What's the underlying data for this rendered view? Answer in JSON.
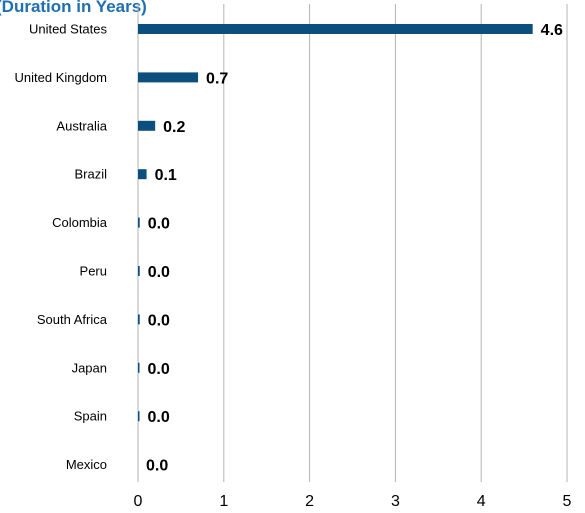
{
  "chart_data": {
    "type": "bar",
    "orientation": "horizontal",
    "title": "(Duration in Years)",
    "categories": [
      "United States",
      "United Kingdom",
      "Australia",
      "Brazil",
      "Colombia",
      "Peru",
      "South Africa",
      "Japan",
      "Spain",
      "Mexico"
    ],
    "values": [
      4.6,
      0.7,
      0.2,
      0.1,
      0.02,
      0.02,
      0.02,
      0.015,
      0.01,
      0.0
    ],
    "value_labels": [
      "4.6",
      "0.7",
      "0.2",
      "0.1",
      "0.0",
      "0.0",
      "0.0",
      "0.0",
      "0.0",
      "0.0"
    ],
    "x_ticks": [
      "0",
      "1",
      "2",
      "3",
      "4",
      "5"
    ],
    "xlim": [
      0,
      5
    ],
    "grid": "vertical",
    "legend": "none",
    "colors": {
      "bar": "#0b4f7e",
      "title": "#1f6fb2",
      "grid": "#b3b3b3"
    }
  }
}
